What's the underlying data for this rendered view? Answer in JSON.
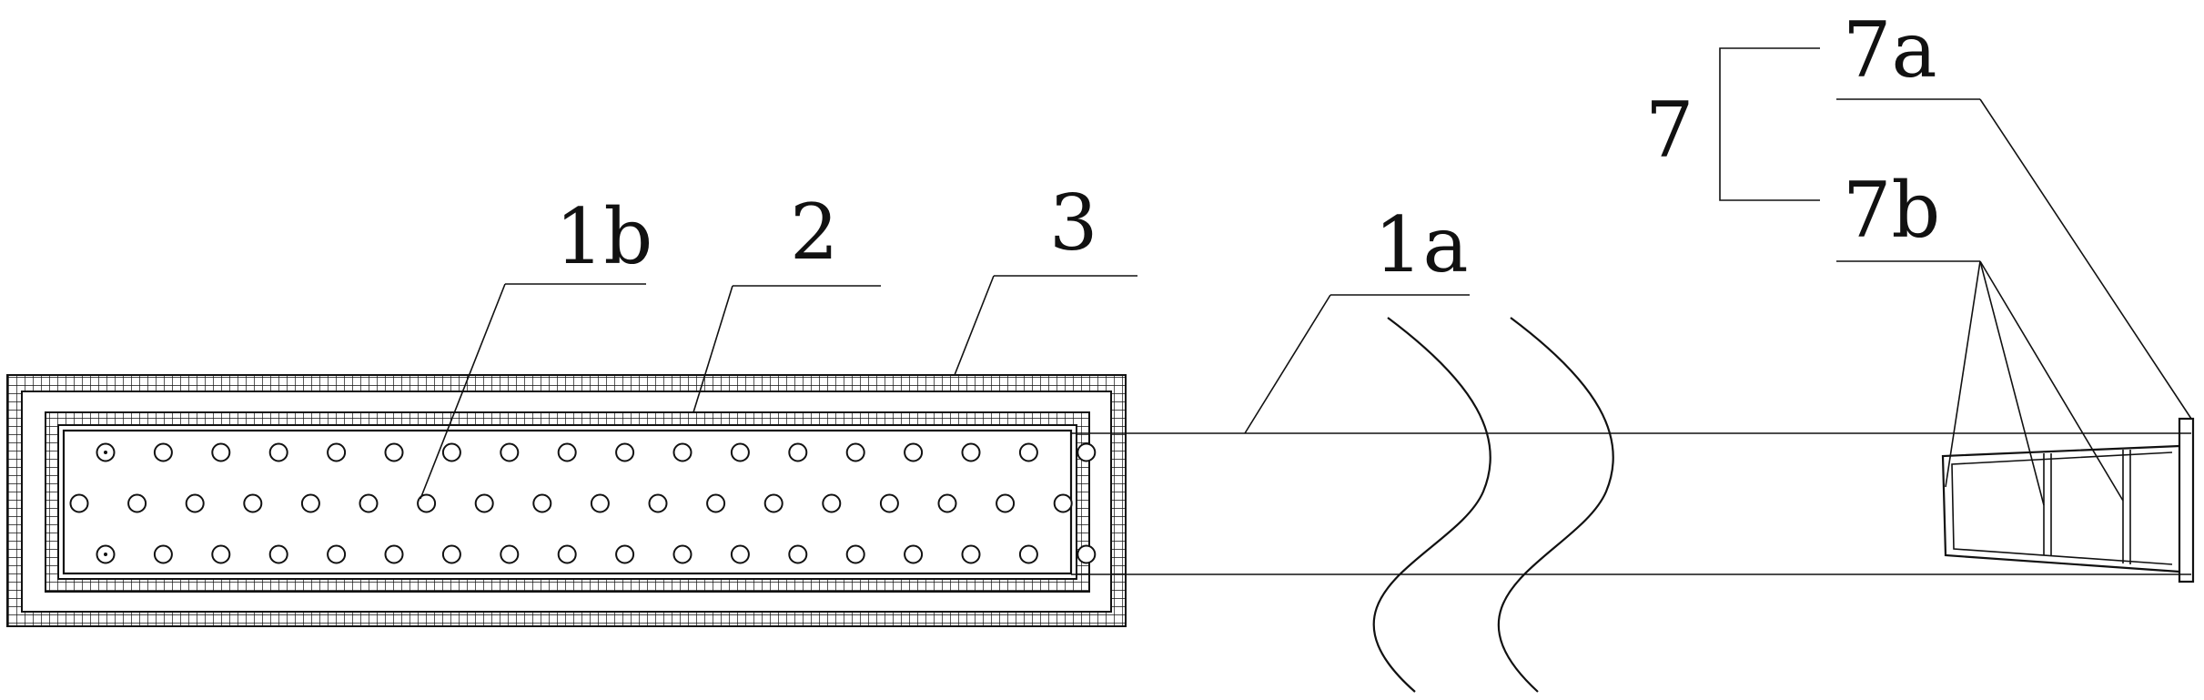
{
  "labels": {
    "l_1b": "1b",
    "l_2": "2",
    "l_3": "3",
    "l_1a": "1a",
    "l_7": "7",
    "l_7a": "7a",
    "l_7b": "7b"
  },
  "colors": {
    "line": "#111111",
    "background": "#ffffff"
  }
}
